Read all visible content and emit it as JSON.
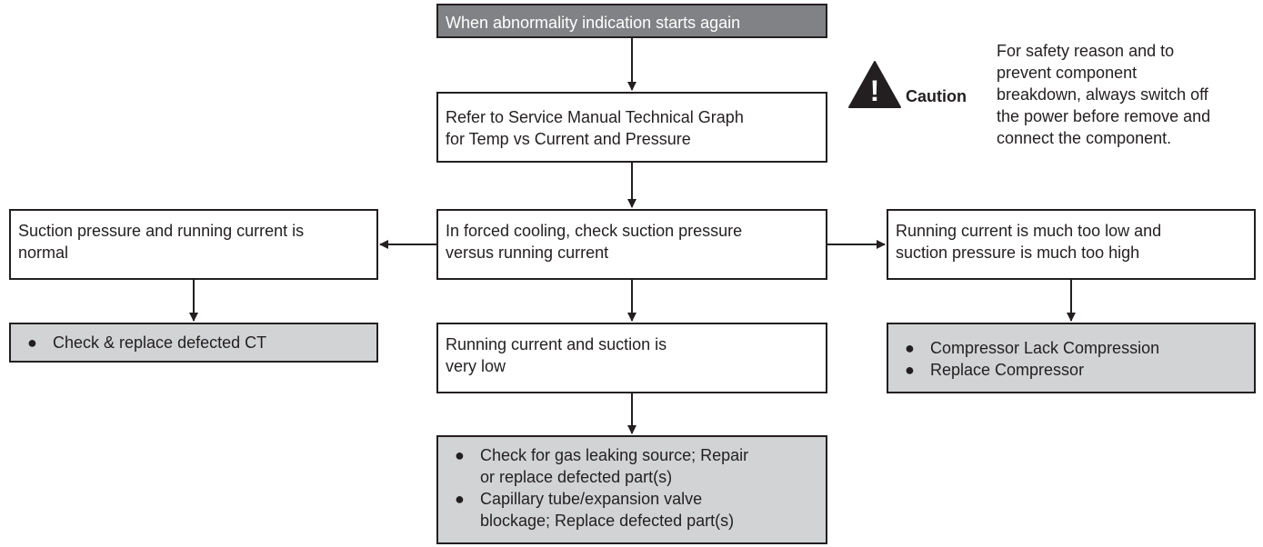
{
  "colors": {
    "start_fill": "#808285",
    "action_fill": "#d1d3d4",
    "line": "#231f20"
  },
  "start": {
    "text": "When abnormality indication starts again"
  },
  "refer": {
    "lines": [
      "Refer to Service Manual Technical Graph",
      "for Temp vs Current and Pressure"
    ]
  },
  "forced": {
    "lines": [
      "In forced cooling, check suction pressure",
      "versus running current"
    ]
  },
  "left_branch": {
    "lines": [
      "Suction pressure and running current is",
      "normal"
    ]
  },
  "right_branch": {
    "lines": [
      "Running current is much too low and",
      "suction pressure is much too high"
    ]
  },
  "middle_branch": {
    "lines": [
      "Running current and suction is",
      "very low"
    ]
  },
  "left_action": {
    "bullets": [
      {
        "lines": [
          "Check & replace defected CT"
        ]
      }
    ]
  },
  "right_action": {
    "bullets": [
      {
        "lines": [
          "Compressor Lack Compression"
        ]
      },
      {
        "lines": [
          "Replace Compressor"
        ]
      }
    ]
  },
  "middle_action": {
    "bullets": [
      {
        "lines": [
          "Check for gas leaking source; Repair",
          "or replace defected part(s)"
        ]
      },
      {
        "lines": [
          "Capillary tube/expansion valve",
          "blockage; Replace defected part(s)"
        ]
      }
    ]
  },
  "caution": {
    "icon": "warning-triangle-icon",
    "label": "Caution",
    "note_lines": [
      "For safety reason and to",
      "prevent component",
      "breakdown, always switch off",
      "the power before remove and",
      "connect the component."
    ],
    "bullet_glyph": "●",
    "exclamation": "!"
  }
}
